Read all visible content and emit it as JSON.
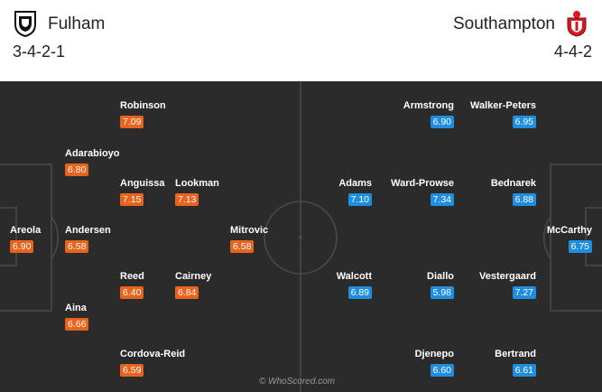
{
  "home": {
    "name": "Fulham",
    "formation": "3-4-2-1",
    "crest_icon": "fulham-crest-icon",
    "rating_color": "#e8631d",
    "players": [
      {
        "name": "Areola",
        "rating": "6.90"
      },
      {
        "name": "Andersen",
        "rating": "6.58"
      },
      {
        "name": "Adarabioyo",
        "rating": "6.80"
      },
      {
        "name": "Aina",
        "rating": "6.66"
      },
      {
        "name": "Robinson",
        "rating": "7.09"
      },
      {
        "name": "Anguissa",
        "rating": "7.15"
      },
      {
        "name": "Reed",
        "rating": "6.40"
      },
      {
        "name": "Cordova-Reid",
        "rating": "6.59"
      },
      {
        "name": "Lookman",
        "rating": "7.13"
      },
      {
        "name": "Cairney",
        "rating": "6.84"
      },
      {
        "name": "Mitrovic",
        "rating": "6.58"
      }
    ]
  },
  "away": {
    "name": "Southampton",
    "formation": "4-4-2",
    "crest_icon": "southampton-crest-icon",
    "rating_color": "#1f8de0",
    "players": [
      {
        "name": "McCarthy",
        "rating": "6.75"
      },
      {
        "name": "Walker-Peters",
        "rating": "6.95"
      },
      {
        "name": "Bednarek",
        "rating": "6.88"
      },
      {
        "name": "Vestergaard",
        "rating": "7.27"
      },
      {
        "name": "Bertrand",
        "rating": "6.61"
      },
      {
        "name": "Armstrong",
        "rating": "6.90"
      },
      {
        "name": "Ward-Prowse",
        "rating": "7.34"
      },
      {
        "name": "Diallo",
        "rating": "5.98"
      },
      {
        "name": "Djenepo",
        "rating": "6.60"
      },
      {
        "name": "Adams",
        "rating": "7.10"
      },
      {
        "name": "Walcott",
        "rating": "6.89"
      }
    ]
  },
  "watermark": "© WhoScored.com"
}
